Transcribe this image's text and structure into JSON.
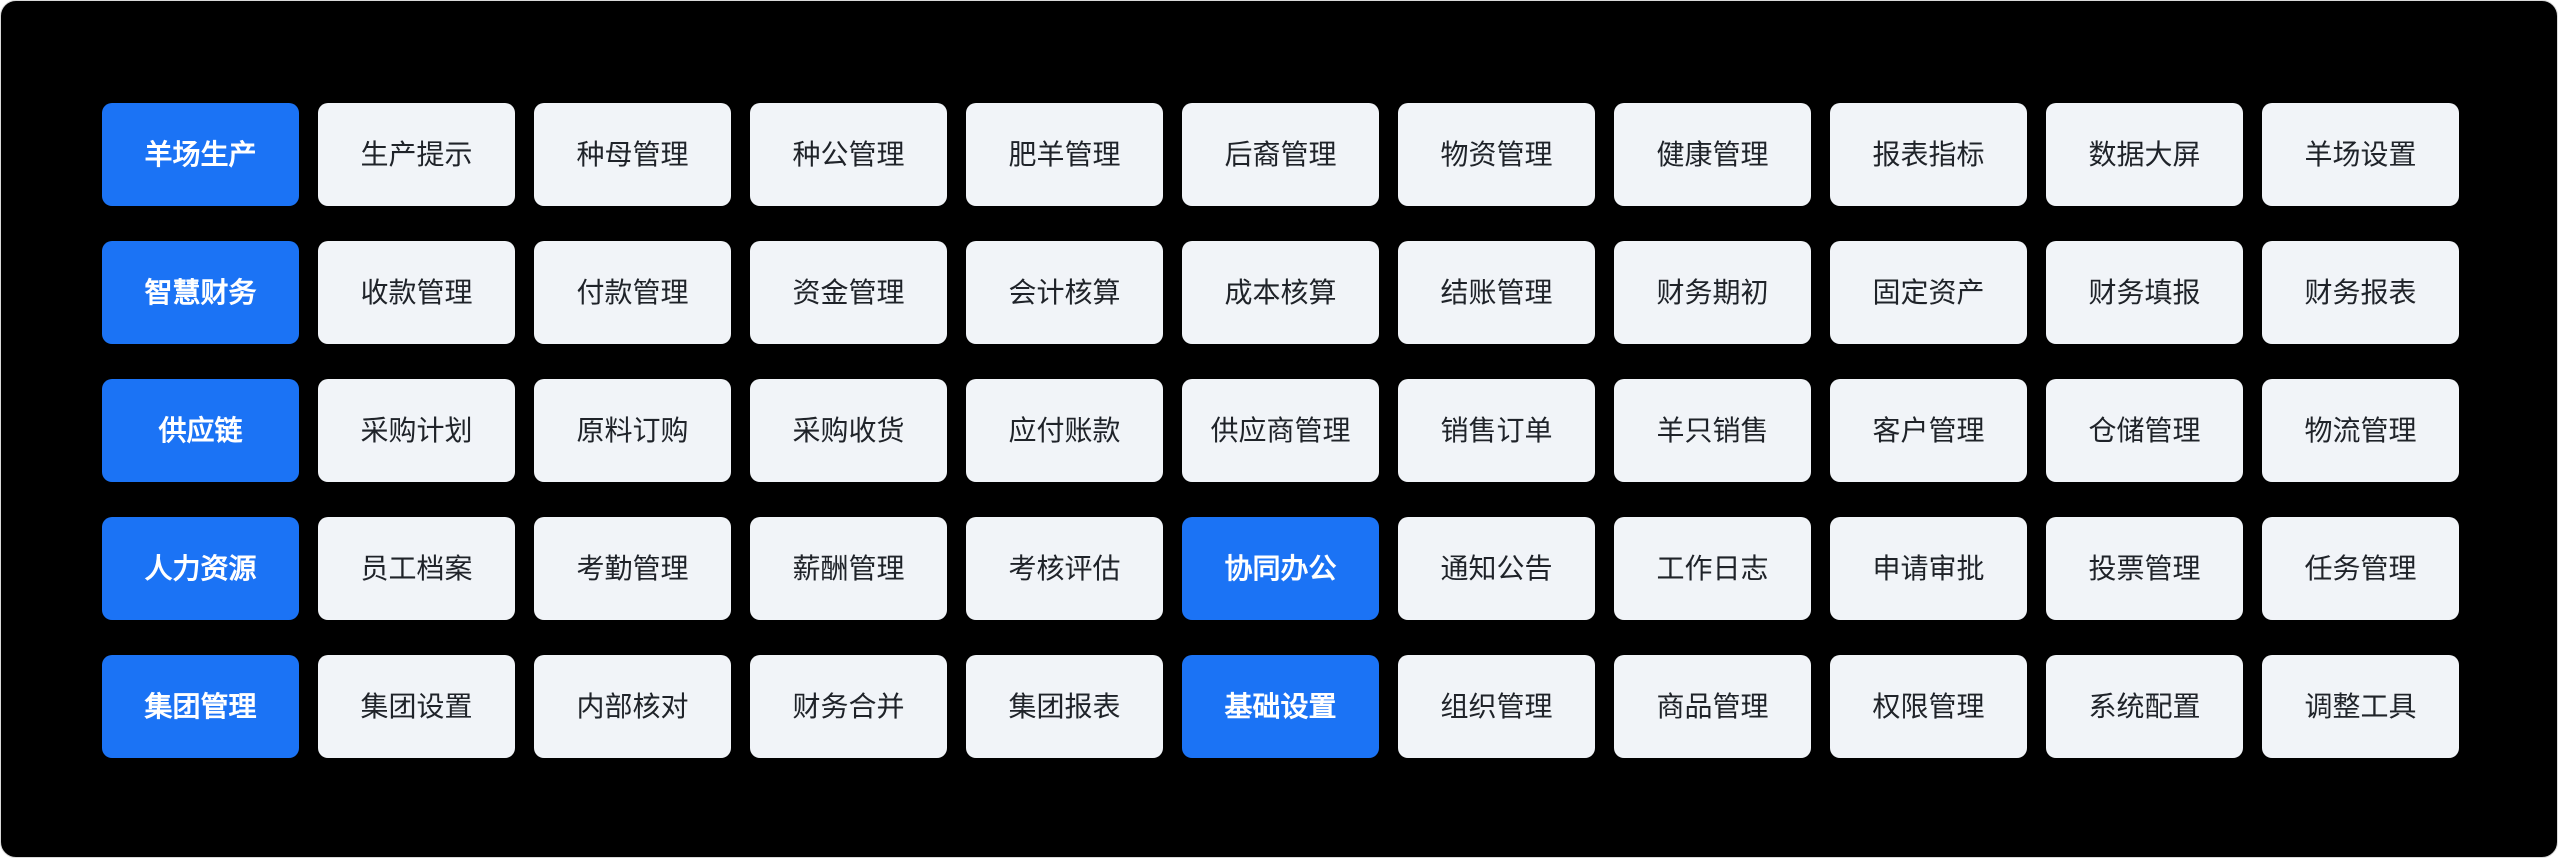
{
  "app": {
    "name": "farm-erp-launcher"
  },
  "colors": {
    "panel_bg": "#000000",
    "category_bg": "#1b73f5",
    "category_text": "#ffffff",
    "module_bg": "#f1f4f8",
    "module_text": "#1f2329",
    "page_bg": "#ffffff"
  },
  "grid": {
    "columns": 11,
    "rows": [
      {
        "name": "row-farm-production",
        "items": [
          {
            "label": "羊场生产",
            "type": "category"
          },
          {
            "label": "生产提示",
            "type": "module"
          },
          {
            "label": "种母管理",
            "type": "module"
          },
          {
            "label": "种公管理",
            "type": "module"
          },
          {
            "label": "肥羊管理",
            "type": "module"
          },
          {
            "label": "后裔管理",
            "type": "module"
          },
          {
            "label": "物资管理",
            "type": "module"
          },
          {
            "label": "健康管理",
            "type": "module"
          },
          {
            "label": "报表指标",
            "type": "module"
          },
          {
            "label": "数据大屏",
            "type": "module"
          },
          {
            "label": "羊场设置",
            "type": "module"
          }
        ]
      },
      {
        "name": "row-smart-finance",
        "items": [
          {
            "label": "智慧财务",
            "type": "category"
          },
          {
            "label": "收款管理",
            "type": "module"
          },
          {
            "label": "付款管理",
            "type": "module"
          },
          {
            "label": "资金管理",
            "type": "module"
          },
          {
            "label": "会计核算",
            "type": "module"
          },
          {
            "label": "成本核算",
            "type": "module"
          },
          {
            "label": "结账管理",
            "type": "module"
          },
          {
            "label": "财务期初",
            "type": "module"
          },
          {
            "label": "固定资产",
            "type": "module"
          },
          {
            "label": "财务填报",
            "type": "module"
          },
          {
            "label": "财务报表",
            "type": "module"
          }
        ]
      },
      {
        "name": "row-supply-chain",
        "items": [
          {
            "label": "供应链",
            "type": "category"
          },
          {
            "label": "采购计划",
            "type": "module"
          },
          {
            "label": "原料订购",
            "type": "module"
          },
          {
            "label": "采购收货",
            "type": "module"
          },
          {
            "label": "应付账款",
            "type": "module"
          },
          {
            "label": "供应商管理",
            "type": "module"
          },
          {
            "label": "销售订单",
            "type": "module"
          },
          {
            "label": "羊只销售",
            "type": "module"
          },
          {
            "label": "客户管理",
            "type": "module"
          },
          {
            "label": "仓储管理",
            "type": "module"
          },
          {
            "label": "物流管理",
            "type": "module"
          }
        ]
      },
      {
        "name": "row-hr-and-office",
        "items": [
          {
            "label": "人力资源",
            "type": "category"
          },
          {
            "label": "员工档案",
            "type": "module"
          },
          {
            "label": "考勤管理",
            "type": "module"
          },
          {
            "label": "薪酬管理",
            "type": "module"
          },
          {
            "label": "考核评估",
            "type": "module"
          },
          {
            "label": "协同办公",
            "type": "category"
          },
          {
            "label": "通知公告",
            "type": "module"
          },
          {
            "label": "工作日志",
            "type": "module"
          },
          {
            "label": "申请审批",
            "type": "module"
          },
          {
            "label": "投票管理",
            "type": "module"
          },
          {
            "label": "任务管理",
            "type": "module"
          }
        ]
      },
      {
        "name": "row-group-and-settings",
        "items": [
          {
            "label": "集团管理",
            "type": "category"
          },
          {
            "label": "集团设置",
            "type": "module"
          },
          {
            "label": "内部核对",
            "type": "module"
          },
          {
            "label": "财务合并",
            "type": "module"
          },
          {
            "label": "集团报表",
            "type": "module"
          },
          {
            "label": "基础设置",
            "type": "category"
          },
          {
            "label": "组织管理",
            "type": "module"
          },
          {
            "label": "商品管理",
            "type": "module"
          },
          {
            "label": "权限管理",
            "type": "module"
          },
          {
            "label": "系统配置",
            "type": "module"
          },
          {
            "label": "调整工具",
            "type": "module"
          }
        ]
      }
    ]
  }
}
